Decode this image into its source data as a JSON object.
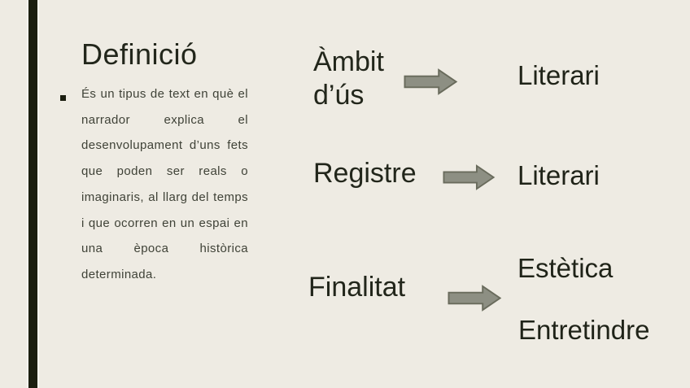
{
  "slide": {
    "title": "Definició",
    "bullet": {
      "marker_style": "filled-square",
      "text": "És un tipus de text en què el narrador explica el desenvolupament d’uns fets que poden ser reals o imaginaris, al llarg del temps i que ocorren en un espai en una època històrica determinada."
    },
    "mapping_rows": [
      {
        "term": "Àmbit d’ús",
        "icon": "right-block-arrow",
        "results": [
          "Literari"
        ]
      },
      {
        "term": "Registre",
        "icon": "right-block-arrow",
        "results": [
          "Literari"
        ]
      },
      {
        "term": "Finalitat",
        "icon": "right-block-arrow",
        "results": [
          "Estètica",
          "Entretindre"
        ]
      }
    ],
    "colors": {
      "background": "#eeebe3",
      "accent_bar": "#1b1e10",
      "accent_bar_edge": "#f8f6ef",
      "title_text": "#22261b",
      "body_text": "#3f4237",
      "term_text": "#22261b",
      "result_text": "#1f2318",
      "arrow_fill": "#8d8f83",
      "arrow_stroke": "#696b5c"
    }
  }
}
